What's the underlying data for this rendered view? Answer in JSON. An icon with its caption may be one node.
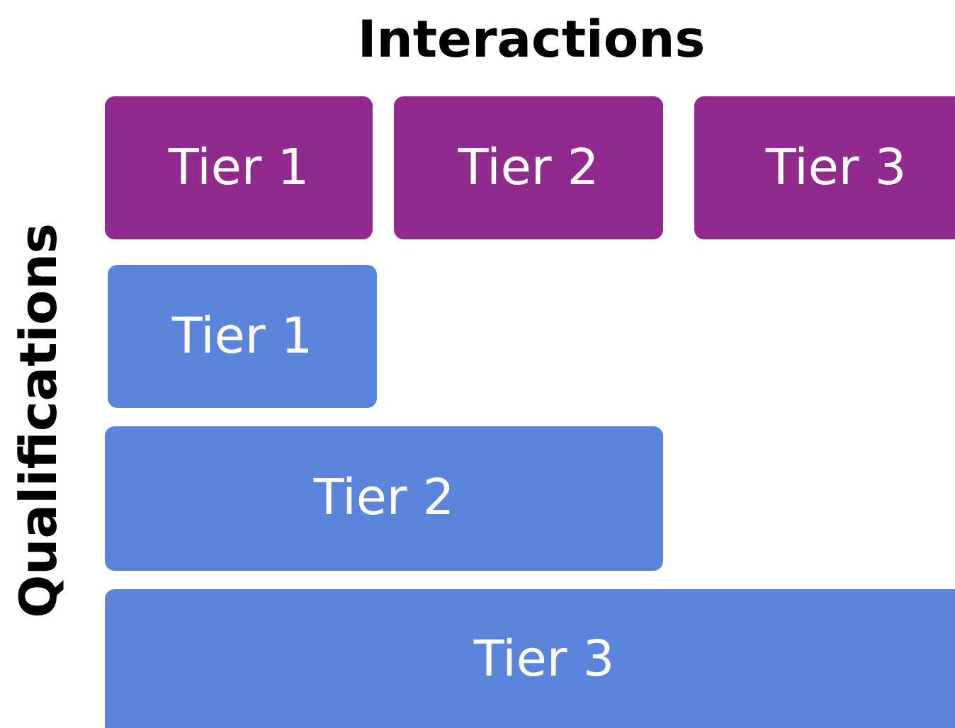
{
  "diagram": {
    "nodes": [
      {
        "text": [
          "Tier 1"
        ]
      },
      {
        "text": [
          "Tier 2"
        ]
      },
      {
        "text": [
          "Tier 3"
        ]
      },
      {
        "text": [
          "Tier 1"
        ]
      },
      {
        "text": [
          "Tier 2"
        ]
      },
      {
        "text": [
          "Tier 3"
        ]
      }
    ],
    "labels": [
      "Interactions",
      "Qualifications"
    ]
  }
}
